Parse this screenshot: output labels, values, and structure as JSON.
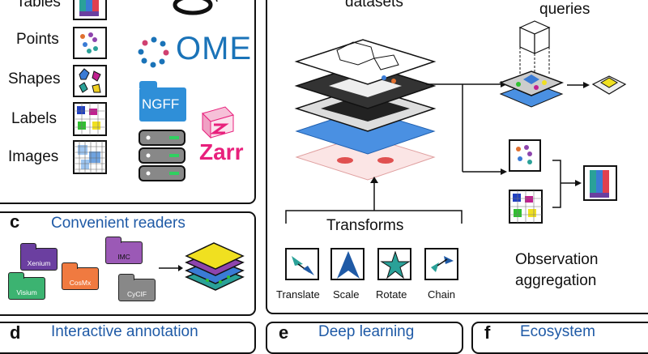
{
  "left_panel": {
    "elements": [
      "Tables",
      "Points",
      "Shapes",
      "Labels",
      "Images"
    ],
    "logos": {
      "ome": "OME",
      "ngff": "NGFF",
      "zarr": "Zarr"
    }
  },
  "panel_c": {
    "letter": "c",
    "title": "Convenient readers",
    "folders": [
      {
        "label": "Xenium",
        "color": "#6b3fa0"
      },
      {
        "label": "IMC",
        "color": "#9b59b6"
      },
      {
        "label": "CosMx",
        "color": "#f07a40"
      },
      {
        "label": "CyCIF",
        "color": "#888888"
      },
      {
        "label": "Visium",
        "color": "#3cb371"
      }
    ]
  },
  "main_panel": {
    "datasets_title": "datasets",
    "queries_title": "queries",
    "transforms_title": "Transforms",
    "transforms": [
      "Translate",
      "Scale",
      "Rotate",
      "Chain"
    ],
    "aggregation_line1": "Observation",
    "aggregation_line2": "aggregation"
  },
  "bottom": {
    "d_letter": "d",
    "d_title": "Interactive annotation",
    "e_letter": "e",
    "e_title": "Deep learning",
    "f_letter": "f",
    "f_title": "Ecosystem"
  },
  "colors": {
    "accent_blue": "#1f5aa6",
    "ome_blue": "#1a73b8",
    "zarr_pink": "#e8207c"
  }
}
